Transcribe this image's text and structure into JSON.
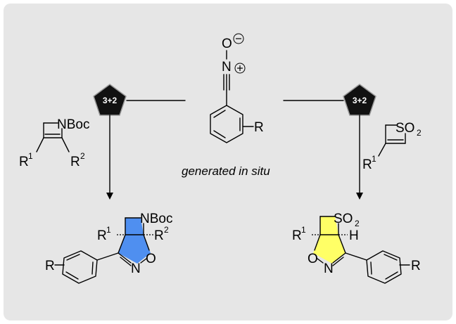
{
  "colors": {
    "background": "#e6e6e6",
    "blue_ring": "#4f8ff0",
    "yellow_ring": "#ffff66",
    "badge": "#111111"
  },
  "center": {
    "atom_o": "O",
    "atom_n": "N",
    "charge_minus": "−",
    "charge_plus": "+",
    "substituent": "R",
    "caption": "generated in situ"
  },
  "badges": {
    "left": "3+2",
    "right": "3+2"
  },
  "left_reactant": {
    "ring_n": "NBoc",
    "sub1": "R",
    "sub1_sup": "1",
    "sub2": "R",
    "sub2_sup": "2"
  },
  "right_reactant": {
    "ring_s": "SO",
    "ring_s_sub": "2",
    "sub1": "R",
    "sub1_sup": "1"
  },
  "left_product": {
    "ring_n": "NBoc",
    "sub1": "R",
    "sub1_sup": "1",
    "sub2": "R",
    "sub2_sup": "2",
    "atom_n": "N",
    "atom_o": "O",
    "aryl_r": "R"
  },
  "right_product": {
    "ring_s": "SO",
    "ring_s_sub": "2",
    "sub1": "R",
    "sub1_sup": "1",
    "atom_h": "H",
    "atom_o": "O",
    "atom_n": "N",
    "aryl_r": "R"
  }
}
